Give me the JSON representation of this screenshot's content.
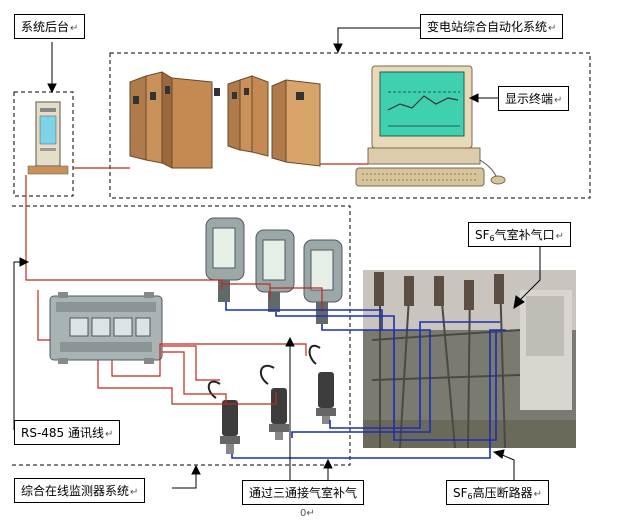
{
  "labels": {
    "backend": "系统后台",
    "substation": "变电站综合自动化系统",
    "display": "显示终端",
    "sf6_port_prefix": "SF",
    "sf6_port_sub": "6",
    "sf6_port_suffix": "气室补气口",
    "rs485": "RS-485 通讯线",
    "monitor": "综合在线监测器系统",
    "tee": "通过三通接气室补气",
    "breaker_prefix": "SF",
    "breaker_sub": "6",
    "breaker_suffix": "高压断路器"
  },
  "edit_mark": "↵",
  "bottom_mark": "0↵",
  "colors": {
    "signal_wire": "#c0281e",
    "gas_pipe": "#1a2fb0",
    "cabinet": "#c9925a",
    "monitor_body": "#e8d9b8",
    "screen": "#3fd0b0"
  }
}
